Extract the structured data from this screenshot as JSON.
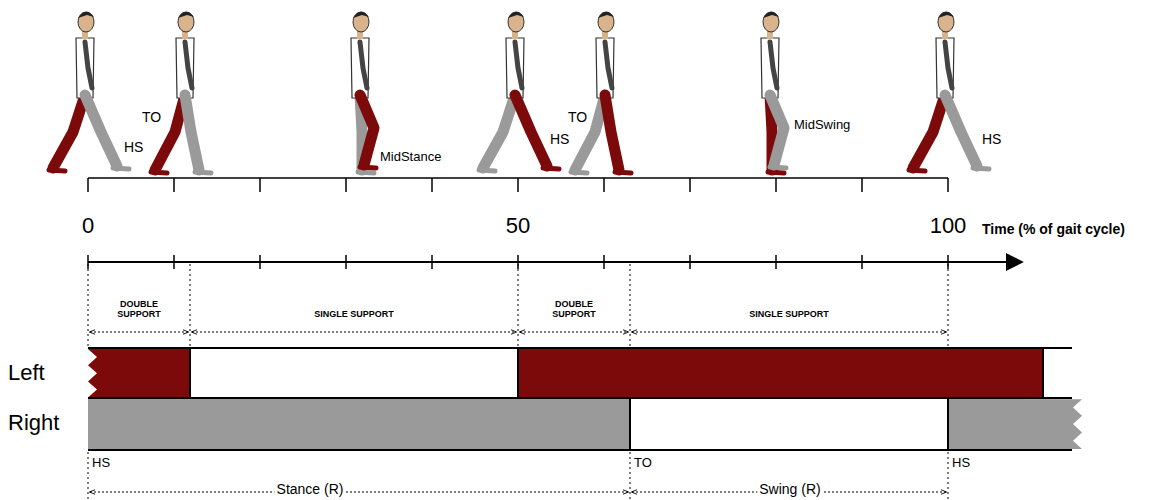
{
  "diagram": {
    "labels": [
      "HS",
      "TO",
      "MidStance",
      "HS",
      "TO",
      "MidSwing",
      "HS",
      "0",
      "50",
      "100",
      "Time (% of gait cycle)",
      "DOUBLE SUPPORT",
      "SINGLE SUPPORT",
      "DOUBLE SUPPORT",
      "SINGLE SUPPORT",
      "Left",
      "Right",
      "HS",
      "Stance (R)",
      "TO",
      "Swing (R)",
      "HS"
    ]
  }
}
